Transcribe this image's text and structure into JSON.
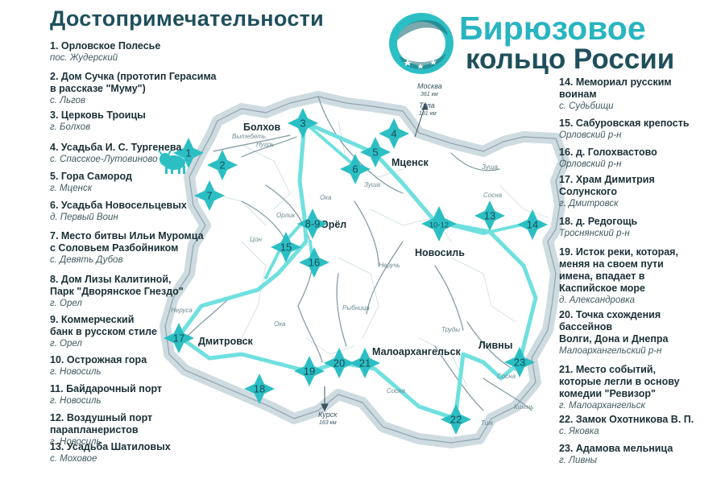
{
  "title": "Достопримечательности",
  "brand": {
    "line1": "Бирюзовое",
    "line2": "кольцо России"
  },
  "colors": {
    "accent": "#2bbfc4",
    "route": "#6fe0df",
    "dark": "#1f4f5c",
    "outline": "#c9d8dd",
    "river": "#7e97a0"
  },
  "attractions": [
    {
      "name": "1. Орловское Полесье",
      "place": "пос. Жудерский"
    },
    {
      "name": "2. Дом Сучка (прототип Герасима\nв рассказе \"Муму\")",
      "place": "с. Льгов"
    },
    {
      "name": "3. Церковь Троицы",
      "place": "г. Болхов"
    },
    {
      "name": "4. Усадьба И. С. Тургенева",
      "place": "с. Спасское-Лутовиново"
    },
    {
      "name": "5. Гора Самород",
      "place": "г. Мценск"
    },
    {
      "name": "6. Усадьба Новосельцевых",
      "place": "д. Первый Воин"
    },
    {
      "name": "7. Место битвы Ильи Муромца\nс Соловьем Разбойником",
      "place": "с. Девять Дубов"
    },
    {
      "name": "8. Дом Лизы Калитиной,\nПарк \"Дворянское Гнездо\"",
      "place": "г. Орел"
    },
    {
      "name": "9. Коммерческий\nбанк в русском стиле",
      "place": "г. Орел"
    },
    {
      "name": "10. Острожная гора",
      "place": "г. Новосиль"
    },
    {
      "name": "11. Байдарочный порт",
      "place": "г. Новосиль"
    },
    {
      "name": "12. Воздушный порт парапланеристов",
      "place": "г. Новосиль"
    },
    {
      "name": "13. Усадьба Шатиловых",
      "place": "с. Моховое"
    },
    {
      "name": "14. Мемориал русским\nвоинам",
      "place": "с. Судьбищи"
    },
    {
      "name": "15. Сабуровская крепость",
      "place": "Орловский р-н"
    },
    {
      "name": "16. д. Голохвастово",
      "place": "Орловский р-н"
    },
    {
      "name": "17. Храм Димитрия\nСолунского",
      "place": "г. Дмитровск"
    },
    {
      "name": "18. д. Редогощь",
      "place": "Троснянский р-н"
    },
    {
      "name": "19. Исток реки, которая,\nменяя на своем пути\nимена, впадает в\nКаспийское море",
      "place": "д. Александровка"
    },
    {
      "name": "20. Точка схождения\nбассейнов\nВолги, Дона и Днепра",
      "place": "Малоархангельский р-н"
    },
    {
      "name": "21. Место событий,\nкоторые легли в основу\nкомедии \"Ревизор\"",
      "place": "г. Малоархангельск"
    },
    {
      "name": "22. Замок Охотникова В. П.",
      "place": "с. Яковка"
    },
    {
      "name": "23. Адамова мельница",
      "place": "г. Ливны"
    }
  ],
  "cities": [
    "Болхов",
    "Мценск",
    "Орёл",
    "Новосиль",
    "Дмитровск",
    "Малоархангельск",
    "Ливны"
  ],
  "directions": {
    "moscow": "Москва",
    "moscow_km": "361 км",
    "tula": "Тула",
    "tula_km": "181 км",
    "kursk": "Курск",
    "kursk_km": "163 км"
  },
  "rivers": [
    "Вытебеть",
    "Нугрь",
    "Зуша",
    "Ока",
    "Орлик",
    "Цон",
    "Зуша",
    "Сосна",
    "Неручь",
    "Рыбница",
    "Ока",
    "Неруса",
    "Труды",
    "Сосна",
    "Кшень",
    "Тим",
    "Сосна"
  ],
  "markers": [
    "1",
    "2",
    "3",
    "4",
    "5",
    "6",
    "7",
    "8-9",
    "10-12",
    "13",
    "14",
    "15",
    "16",
    "17",
    "18",
    "19",
    "20",
    "21",
    "22",
    "23"
  ]
}
